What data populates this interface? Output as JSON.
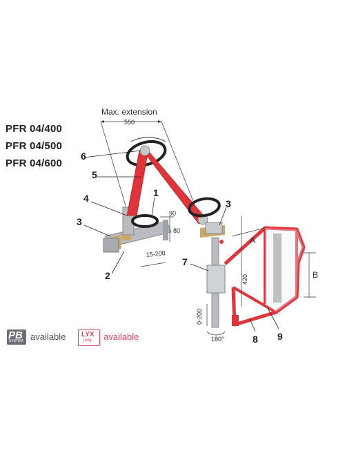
{
  "models": [
    "PFR 04/400",
    "PFR 04/500",
    "PFR 04/600"
  ],
  "dimension_labels": {
    "max_extension": "Max. extension",
    "extension_value": "550",
    "d90": "90",
    "d80": "80",
    "d15_200": "15-200",
    "d420": "420",
    "d0_200": "0-200",
    "d180": "180°",
    "A": "A",
    "B": "B"
  },
  "part_numbers": [
    "1",
    "2",
    "3",
    "3",
    "4",
    "5",
    "6",
    "7",
    "8",
    "9"
  ],
  "availability": {
    "pb_badge": "PB",
    "pb_badge_sub": "SYSTEM",
    "pb_text": "available",
    "lyx_badge": "LYX",
    "lyx_badge_sub": "petg",
    "lyx_text": "available"
  },
  "colors": {
    "arm_red": "#e0333a",
    "metal_grey": "#b8bcc0",
    "brass": "#c9a86a",
    "text": "#222222",
    "pb_grey": "#6b6e73",
    "lyx_pink": "#d9465f"
  }
}
